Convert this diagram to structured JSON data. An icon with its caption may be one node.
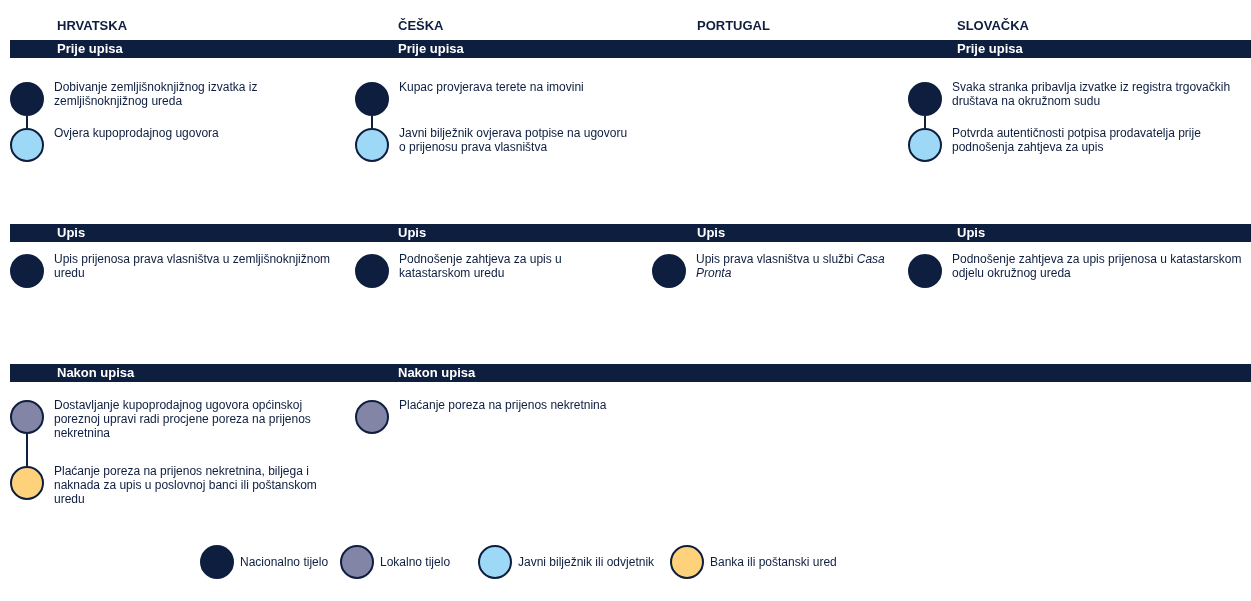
{
  "diagram": {
    "nodes": [
      {
        "text": [
          "Prije upisa",
          "Prije upisa",
          "Prije upisa"
        ]
      },
      {
        "text": [],
        "shape": "circle",
        "beside": [
          "Dobivanje zemljišnoknjižnog izvatka iz zemljišnoknjižnog ureda"
        ]
      },
      {
        "text": [],
        "shape": "circle",
        "beside": [
          "Ovjera kupoprodajnog ugovora"
        ]
      },
      {
        "text": [],
        "shape": "circle",
        "beside": [
          "Kupac provjerava terete na imovini"
        ]
      },
      {
        "text": [],
        "shape": "circle",
        "beside": [
          "Javni bilježnik ovjerava potpise na ugovoru o prijenosu prava vlasništva"
        ]
      },
      {
        "text": [],
        "shape": "circle",
        "beside": [
          "Svaka stranka pribavlja izvatke iz registra trgovačkih društava na okružnom sudu"
        ]
      },
      {
        "text": [],
        "shape": "circle",
        "beside": [
          "Potvrda autentičnosti potpisa prodavatelja prije podnošenja zahtjeva za upis"
        ]
      },
      {
        "text": [
          "Upis",
          "Upis",
          "Upis",
          "Upis"
        ]
      },
      {
        "text": [],
        "shape": "circle",
        "beside": [
          "Upis prijenosa prava vlasništva u zemljišnoknjižnom uredu"
        ]
      },
      {
        "text": [],
        "shape": "circle",
        "beside": [
          "Podnošenje zahtjeva za upis u katastarskom uredu"
        ]
      },
      {
        "text": [],
        "shape": "circle",
        "beside": [
          "Upis prava vlasništva u službi *Casa Pronta*"
        ]
      },
      {
        "text": [],
        "shape": "circle",
        "beside": [
          "Podnošenje zahtjeva za upis prijenosa u katastarskom odjelu okružnog ureda"
        ]
      },
      {
        "text": [
          "Nakon upisa",
          "Nakon upisa"
        ]
      },
      {
        "text": [],
        "shape": "circle",
        "beside": [
          "Dostavljanje kupoprodajnog ugovora općinskoj poreznoj upravi radi procjene poreza na prijenos nekretnina"
        ]
      },
      {
        "text": [],
        "shape": "circle",
        "beside": [
          "Plaćanje poreza na prijenos nekretnina, biljega i naknada za upis u poslovnoj banci ili poštanskom uredu"
        ]
      },
      {
        "text": [],
        "shape": "circle",
        "beside": [
          "Plaćanje poreza na prijenos nekretnina"
        ]
      }
    ],
    "edges": [
      {
        "from": 1,
        "to": 2,
        "arrow": "none"
      },
      {
        "from": 3,
        "to": 4,
        "arrow": "none"
      },
      {
        "from": 5,
        "to": 6,
        "arrow": "none"
      },
      {
        "from": 13,
        "to": 14,
        "arrow": "none"
      }
    ],
    "labels": [
      "HRVATSKA",
      "ČEŠKA",
      "PORTUGAL",
      "SLOVAČKA"
    ],
    "legend": [
      {
        "text": "Nacionalno tijelo",
        "color": "#0e1e3f"
      },
      {
        "text": "Lokalno tijelo",
        "color": "#8385a7"
      },
      {
        "text": "Javni bilježnik ili odvjetnik",
        "color": "#9dd9f7"
      },
      {
        "text": "Banka ili poštanski ured",
        "color": "#fdd27a"
      }
    ]
  }
}
